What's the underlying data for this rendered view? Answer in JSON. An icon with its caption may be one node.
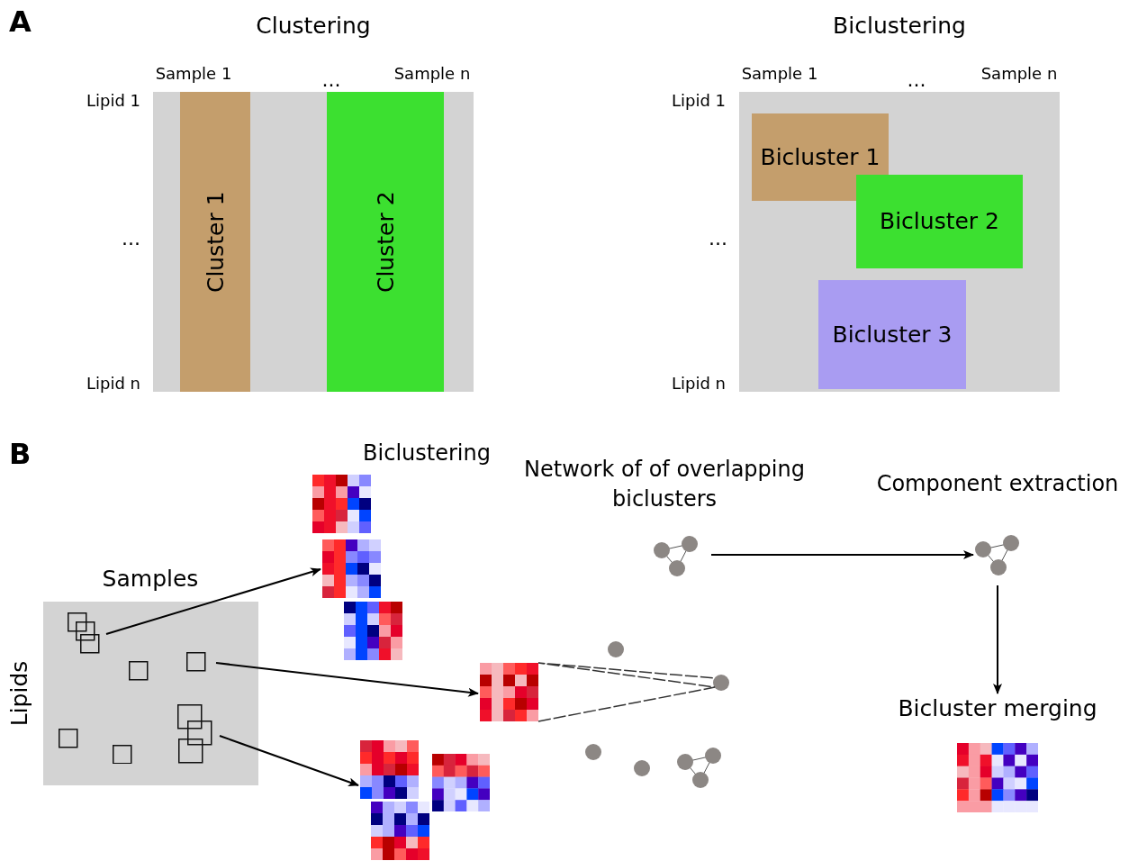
{
  "diagram": {
    "nodes": [
      {
        "text": [
          "Clustering"
        ]
      },
      {
        "text": [
          "Cluster 1"
        ],
        "in": 0
      },
      {
        "text": [
          "Cluster 2"
        ],
        "in": 0
      },
      {
        "text": [
          "Biclustering"
        ]
      },
      {
        "text": [
          "Bicluster 1"
        ],
        "in": 3
      },
      {
        "text": [
          "Bicluster 2"
        ],
        "in": 3
      },
      {
        "text": [
          "Bicluster 3"
        ],
        "in": 3
      },
      {
        "text": [
          "Samples"
        ],
        "beside": [
          "Lipids"
        ]
      },
      {
        "text": [],
        "shape": "picture"
      },
      {
        "text": [],
        "shape": "picture"
      },
      {
        "text": [],
        "shape": "picture"
      },
      {
        "text": [],
        "shape": "picture"
      },
      {
        "text": [],
        "shape": "picture"
      },
      {
        "text": [],
        "shape": "circle"
      },
      {
        "text": [],
        "shape": "picture"
      },
      {
        "text": [],
        "shape": "circle"
      },
      {
        "text": [
          "Bicluster merging"
        ]
      },
      {
        "text": [],
        "shape": "picture"
      },
      {
        "text": [],
        "shape": "picture"
      },
      {
        "text": [],
        "shape": "circle"
      },
      {
        "text": [],
        "shape": "circle"
      },
      {
        "text": [],
        "shape": "picture"
      },
      {
        "text": [],
        "shape": "picture"
      }
    ],
    "edges": [
      {
        "from": 7,
        "to": 9,
        "arrow": "to"
      },
      {
        "from": 7,
        "to": 14,
        "arrow": "to"
      },
      {
        "from": 7,
        "to": 17,
        "arrow": "to"
      },
      {
        "from": 14,
        "to": 15,
        "arrow": "none",
        "style": "dashed"
      },
      {
        "from": 11,
        "to": 12,
        "arrow": "to"
      },
      {
        "from": 12,
        "to": 16,
        "arrow": "to"
      }
    ],
    "labels": [
      "A",
      "Sample 1",
      "...",
      "Sample n",
      "Lipid 1",
      "...",
      "Lipid n",
      "Sample 1",
      "...",
      "Sample n",
      "Lipid 1",
      "...",
      "Lipid n",
      "B",
      "Biclustering",
      "Network of of overlapping biclusters",
      "Component extraction"
    ]
  }
}
